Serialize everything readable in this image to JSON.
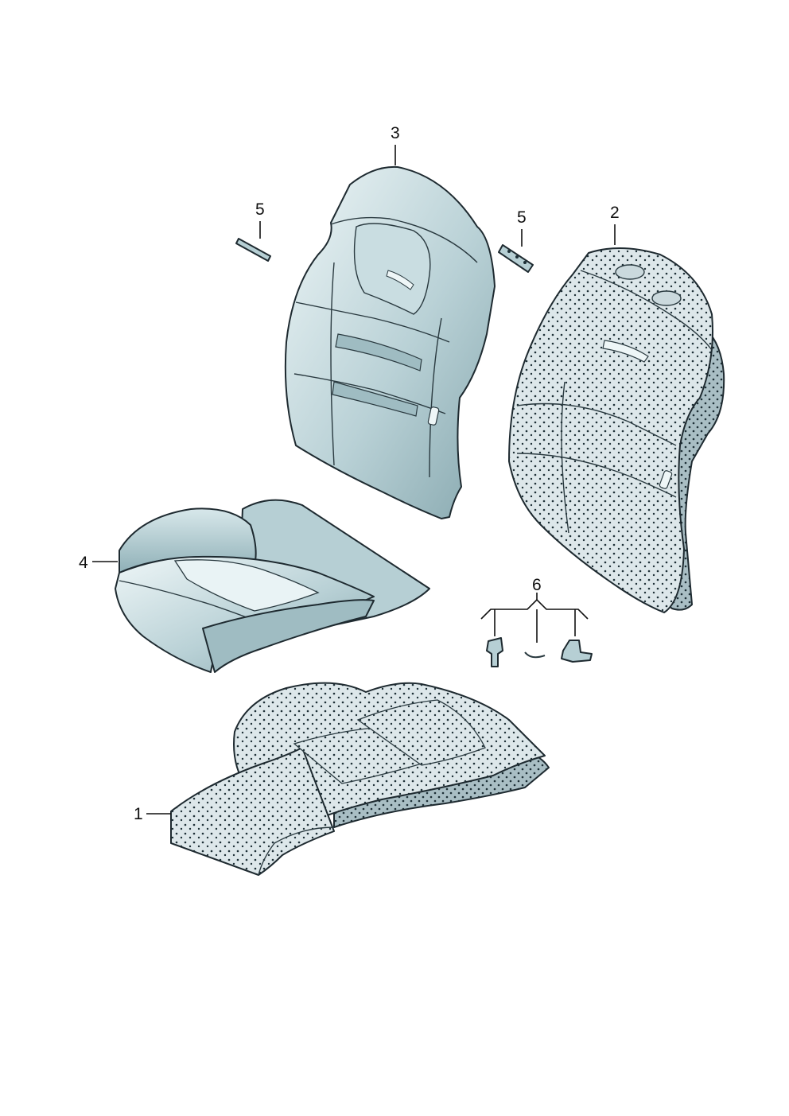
{
  "colors": {
    "cover_light": "#e6f1f3",
    "cover_mid": "#b6cfd4",
    "cover_dark": "#8fb0b7",
    "foam_light": "#dde7ea",
    "foam_dark": "#9fb5bb",
    "foam_dot": "#1d2f36",
    "outline": "#1e2a30"
  },
  "parts": [
    {
      "id": "seat-cushion-foam",
      "number": "1",
      "icon": "seat-foam-pad"
    },
    {
      "id": "backrest-foam",
      "number": "2",
      "icon": "backrest-foam-pad"
    },
    {
      "id": "backrest-cover",
      "number": "3",
      "icon": "backrest-cover"
    },
    {
      "id": "seat-cover",
      "number": "4",
      "icon": "seat-cover"
    },
    {
      "id": "strip-left",
      "number": "5",
      "icon": "strip"
    },
    {
      "id": "strip-right",
      "number": "5",
      "icon": "strip"
    },
    {
      "id": "fastener-set",
      "number": "6",
      "icon": "clips"
    }
  ]
}
